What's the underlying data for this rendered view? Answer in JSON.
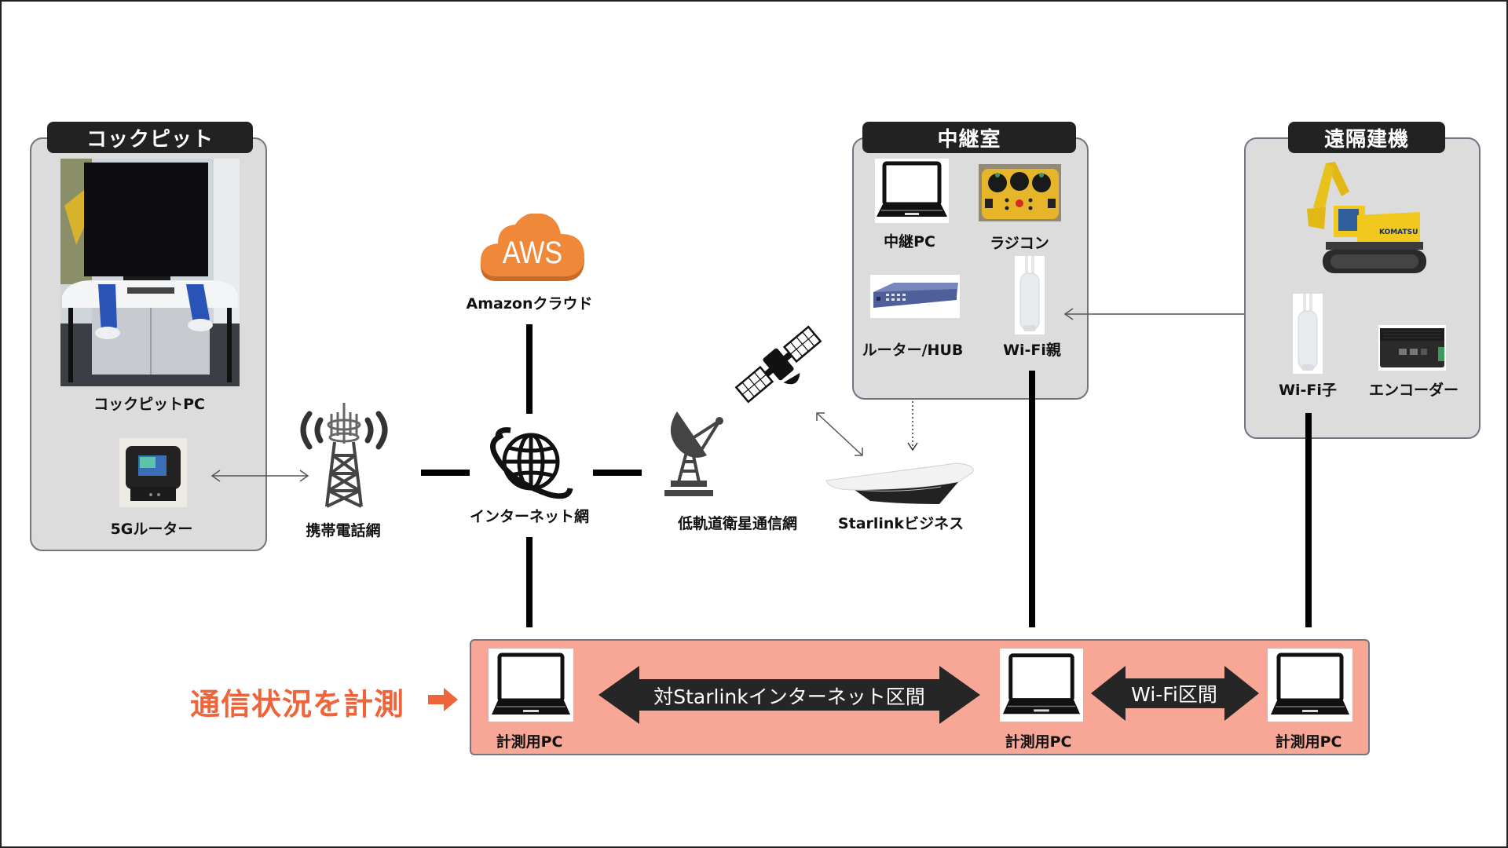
{
  "groups": {
    "cockpit": {
      "title": "コックピット",
      "items": [
        {
          "label": "コックピットPC",
          "icon": "cockpit-photo"
        },
        {
          "label": "5Gルーター",
          "icon": "5g-router-photo"
        }
      ]
    },
    "relay": {
      "title": "中継室",
      "items": [
        {
          "label": "中継PC",
          "icon": "laptop-icon"
        },
        {
          "label": "ラジコン",
          "icon": "radio-controller-photo"
        },
        {
          "label": "ルーター/HUB",
          "icon": "router-hub-photo"
        },
        {
          "label": "Wi-Fi親",
          "icon": "wifi-access-point-photo"
        }
      ]
    },
    "remote": {
      "title": "遠隔建機",
      "items": [
        {
          "label": "",
          "icon": "excavator-photo"
        },
        {
          "label": "Wi-Fi子",
          "icon": "wifi-client-photo"
        },
        {
          "label": "エンコーダー",
          "icon": "encoder-photo"
        }
      ]
    }
  },
  "network": {
    "aws": {
      "logo_text": "AWS",
      "label": "Amazonクラウド"
    },
    "mobile": {
      "label": "携帯電話網"
    },
    "internet": {
      "label": "インターネット網"
    },
    "satellite_network": {
      "label": "低軌道衛星通信網"
    },
    "starlink": {
      "label": "Starlinkビジネス"
    }
  },
  "measurement": {
    "title": "通信状況を計測",
    "pcs": [
      {
        "label": "計測用PC"
      },
      {
        "label": "計測用PC"
      },
      {
        "label": "計測用PC"
      }
    ],
    "segments": [
      {
        "label": "対Starlinkインターネット区間"
      },
      {
        "label": "Wi-Fi区間"
      }
    ]
  },
  "colors": {
    "accent_orange": "#f0643a",
    "aws_orange": "#f0883a",
    "measurement_band": "#f8a796",
    "group_fill": "#dcdcdc",
    "tab_fill": "#222222"
  }
}
